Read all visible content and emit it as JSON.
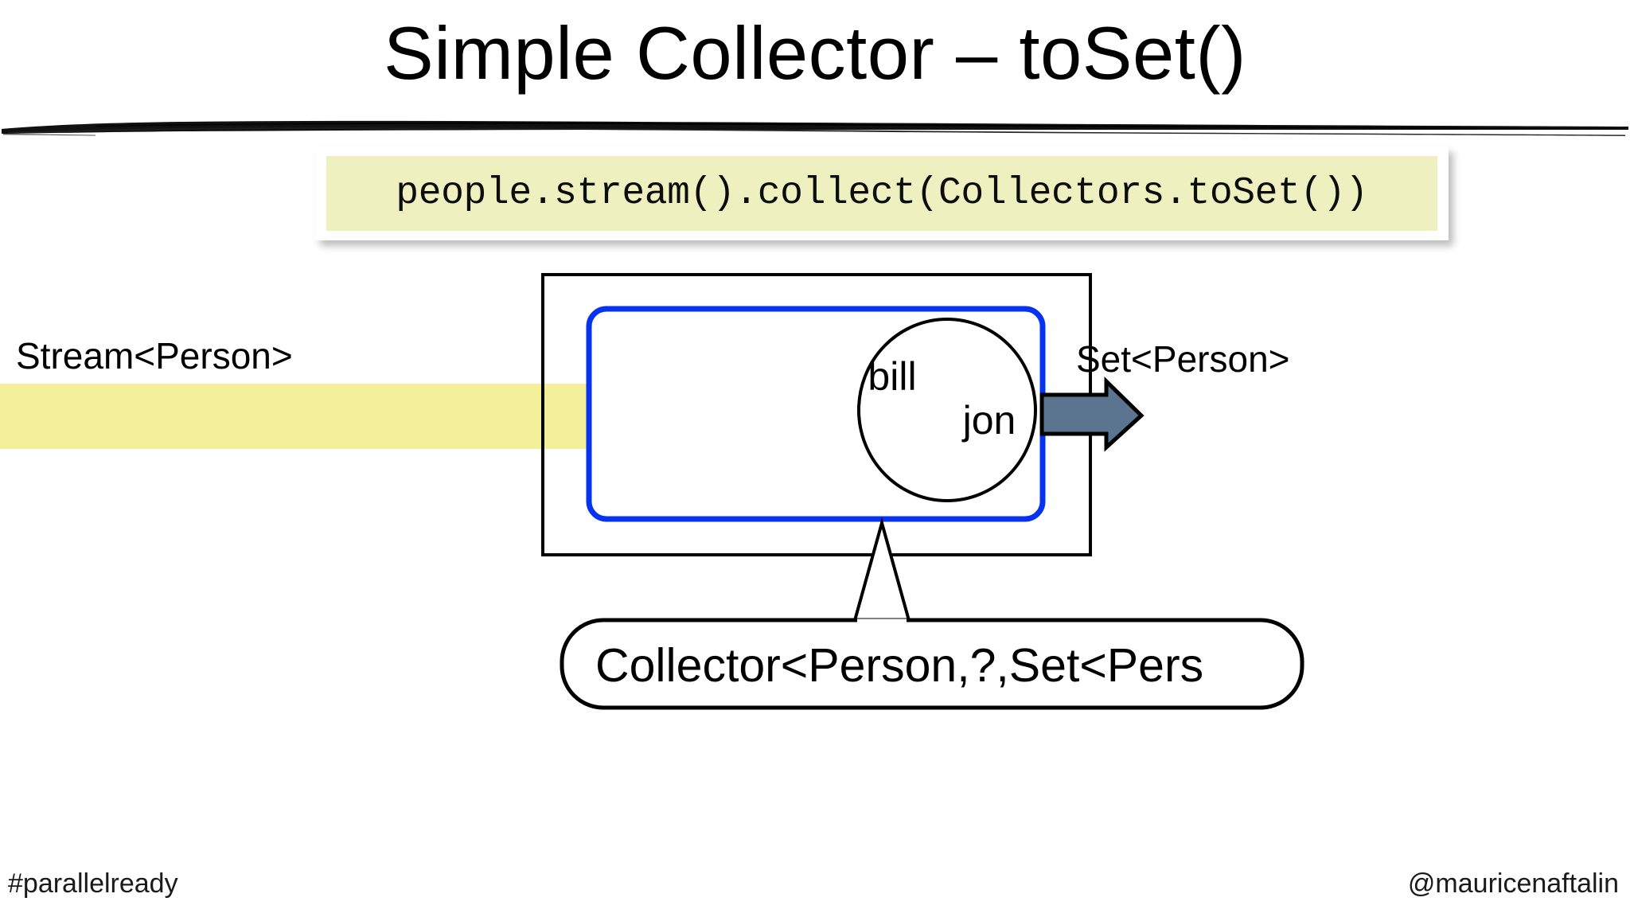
{
  "slide": {
    "title": "Simple Collector – toSet()",
    "background_color": "#ffffff"
  },
  "code_box": {
    "code": "people.stream().collect(Collectors.toSet())",
    "fill_color": "#eff0c0",
    "frame_color": "#ffffff"
  },
  "diagram": {
    "input_label": "Stream<Person>",
    "output_label": "Set<Person>",
    "stream_band_color": "#f4f09a",
    "outer_box_color": "#000000",
    "inner_box_color": "#0633f0",
    "arrow_color": "#5b7490",
    "set_elements": [
      {
        "name": "bill"
      },
      {
        "name": "jon"
      }
    ],
    "callout": {
      "text": "Collector<Person,?,Set<Pers"
    }
  },
  "footer": {
    "hashtag": "#parallelready",
    "handle": "@mauricenaftalin"
  }
}
